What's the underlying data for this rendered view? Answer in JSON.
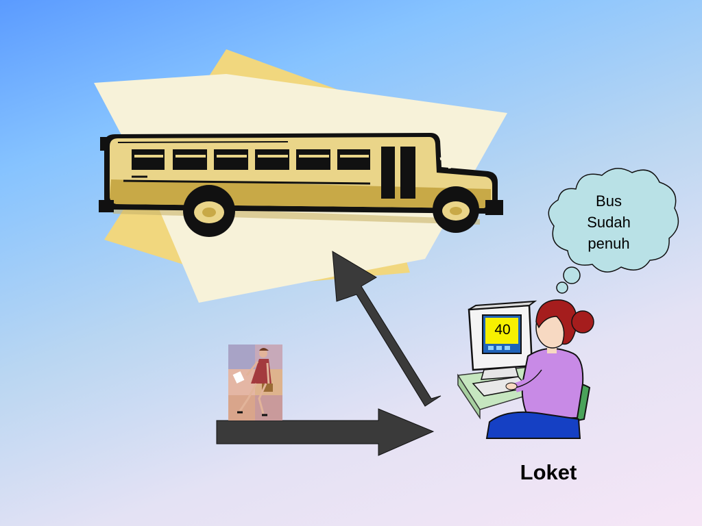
{
  "thought_cloud": {
    "lines": [
      "Bus",
      "Sudah",
      "penuh"
    ]
  },
  "monitor": {
    "count": "40"
  },
  "counter_label": "Loket",
  "colors": {
    "bus_body": "#ead589",
    "arrow": "#3a3a3a",
    "cloud_fill": "#b9e1e6",
    "screen": "#f7f000",
    "paper_back": "#f1d77e",
    "paper_front": "#f7f2d9"
  },
  "icons": [
    "school-bus-icon",
    "walking-woman-icon",
    "computer-operator-icon",
    "arrow-right-icon",
    "arrow-up-icon"
  ]
}
